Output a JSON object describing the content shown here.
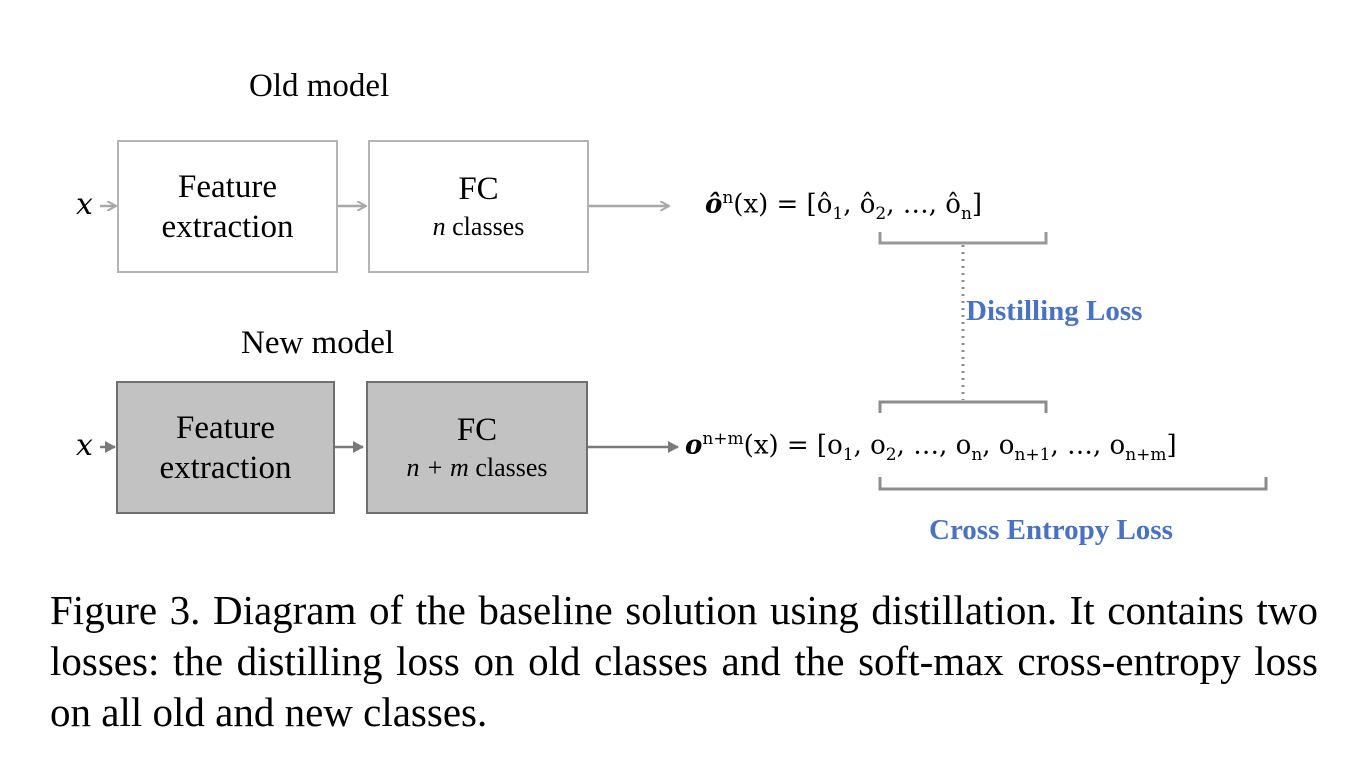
{
  "old_model": {
    "title": "Old model",
    "input": "x",
    "feature_box": {
      "line1": "Feature",
      "line2": "extraction"
    },
    "fc_box": {
      "line1": "FC",
      "line2_math": "n",
      "line2_text": " classes"
    }
  },
  "new_model": {
    "title": "New model",
    "input": "x",
    "feature_box": {
      "line1": "Feature",
      "line2": "extraction"
    },
    "fc_box": {
      "line1": "FC",
      "line2_math": "n + m",
      "line2_text": " classes"
    }
  },
  "old_output": {
    "symbol": "ô",
    "sup": "n",
    "arg": "(x) = [",
    "terms": [
      "ô",
      "1",
      ", ",
      "ô",
      "2",
      ", …, ",
      "ô",
      "n",
      "]"
    ]
  },
  "new_output": {
    "symbol": "o",
    "sup": "n+m",
    "arg": "(x) = [",
    "terms": [
      "o",
      "1",
      ", ",
      "o",
      "2",
      ", …, ",
      "o",
      "n",
      ", ",
      "o",
      "n+1",
      ", …, ",
      "o",
      "n+m",
      "]"
    ]
  },
  "losses": {
    "distilling": "Distilling Loss",
    "cross_entropy": "Cross Entropy Loss"
  },
  "colors": {
    "loss_text": "#4a72c4",
    "old_box_border": "#b4b4b4",
    "new_box_fill": "#c2c2c2",
    "new_box_border": "#6f6f6f",
    "old_arrow": "#a8a8a8",
    "new_arrow": "#7a7a7a"
  },
  "caption": "Figure 3. Diagram of the baseline solution using distillation. It contains two losses: the distilling loss on old classes and the soft-max cross-entropy loss on all old and new classes."
}
